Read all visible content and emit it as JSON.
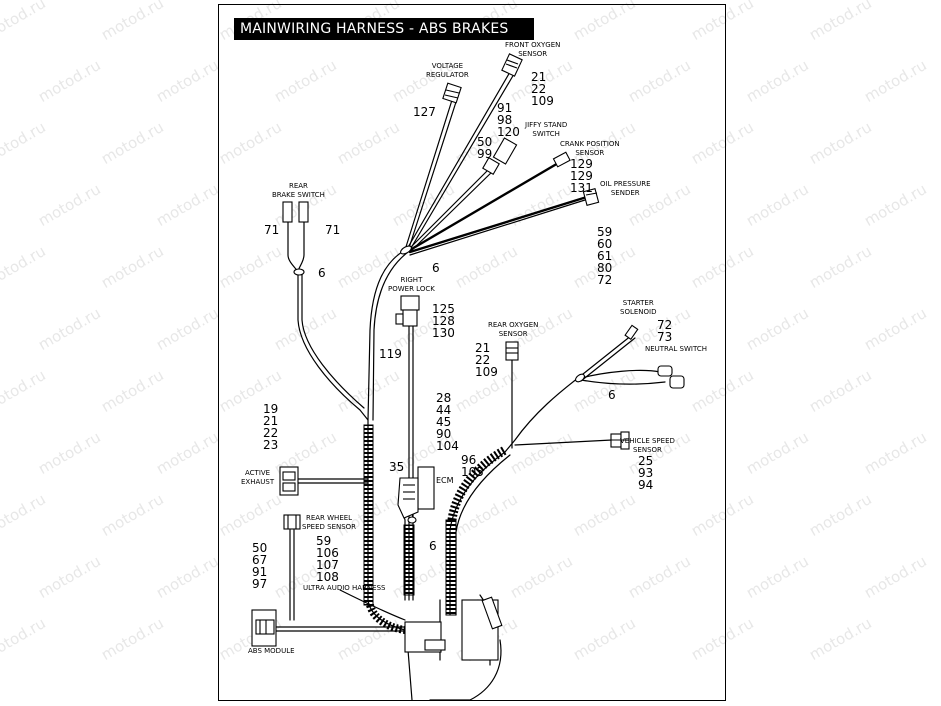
{
  "title": "MAINWIRING  HARNESS - ABS BRAKES",
  "watermark": "motod.ru",
  "colors": {
    "line": "#000000",
    "title_bg": "#000000",
    "title_fg": "#ffffff",
    "watermark": "#9a9a9a"
  },
  "components": {
    "front_oxygen_sensor": {
      "label": "FRONT OXYGEN\nSENSOR",
      "refs": "21\n22\n109"
    },
    "voltage_regulator": {
      "label": "VOLTAGE\nREGULATOR",
      "refs": "127"
    },
    "jiffy_stand_switch": {
      "label": "JIFFY STAND\nSWITCH",
      "refs": "91\n98\n120",
      "refs_b": "50\n99"
    },
    "crank_position_sensor": {
      "label": "CRANK POSITION\nSENSOR",
      "refs": "129\n129\n131"
    },
    "oil_pressure_sender": {
      "label": "OIL PRESSURE\nSENDER",
      "refs": "59\n60\n61\n80\n72"
    },
    "rear_brake_switch": {
      "label": "REAR\nBRAKE SWITCH",
      "refs_left": "71",
      "refs_right": "71",
      "clip": "6"
    },
    "harness_clip": {
      "refs": "6"
    },
    "right_power_lock": {
      "label": "RIGHT\nPOWER LOCK",
      "refs": "125\n128\n130",
      "refs_b": "119"
    },
    "rear_oxygen_sensor": {
      "label": "REAR OXYGEN\nSENSOR",
      "refs": "21\n22\n109"
    },
    "starter_solenoid": {
      "label": "STARTER\nSOLENOID",
      "refs": "72\n73"
    },
    "neutral_switch": {
      "label": "NEUTRAL SWITCH",
      "clip": "6"
    },
    "ecm": {
      "label": "ECM",
      "refs": "28\n44\n45\n90\n104",
      "refs_b": "96\n105",
      "refs_c": "35",
      "clip": "6"
    },
    "active_exhaust": {
      "label": "ACTIVE\nEXHAUST",
      "refs": "19\n21\n22\n23"
    },
    "vehicle_speed_sensor": {
      "label": "VEHICLE SPEED\nSENSOR",
      "refs": "25\n93\n94"
    },
    "rear_wheel_speed_sensor": {
      "label": "REAR WHEEL\nSPEED SENSOR",
      "refs": "59\n106\n107\n108"
    },
    "ultra_audio_harness": {
      "label": "ULTRA AUDIO HARNESS"
    },
    "abs_module": {
      "label": "ABS MODULE",
      "refs": "50\n67\n91\n97"
    }
  }
}
